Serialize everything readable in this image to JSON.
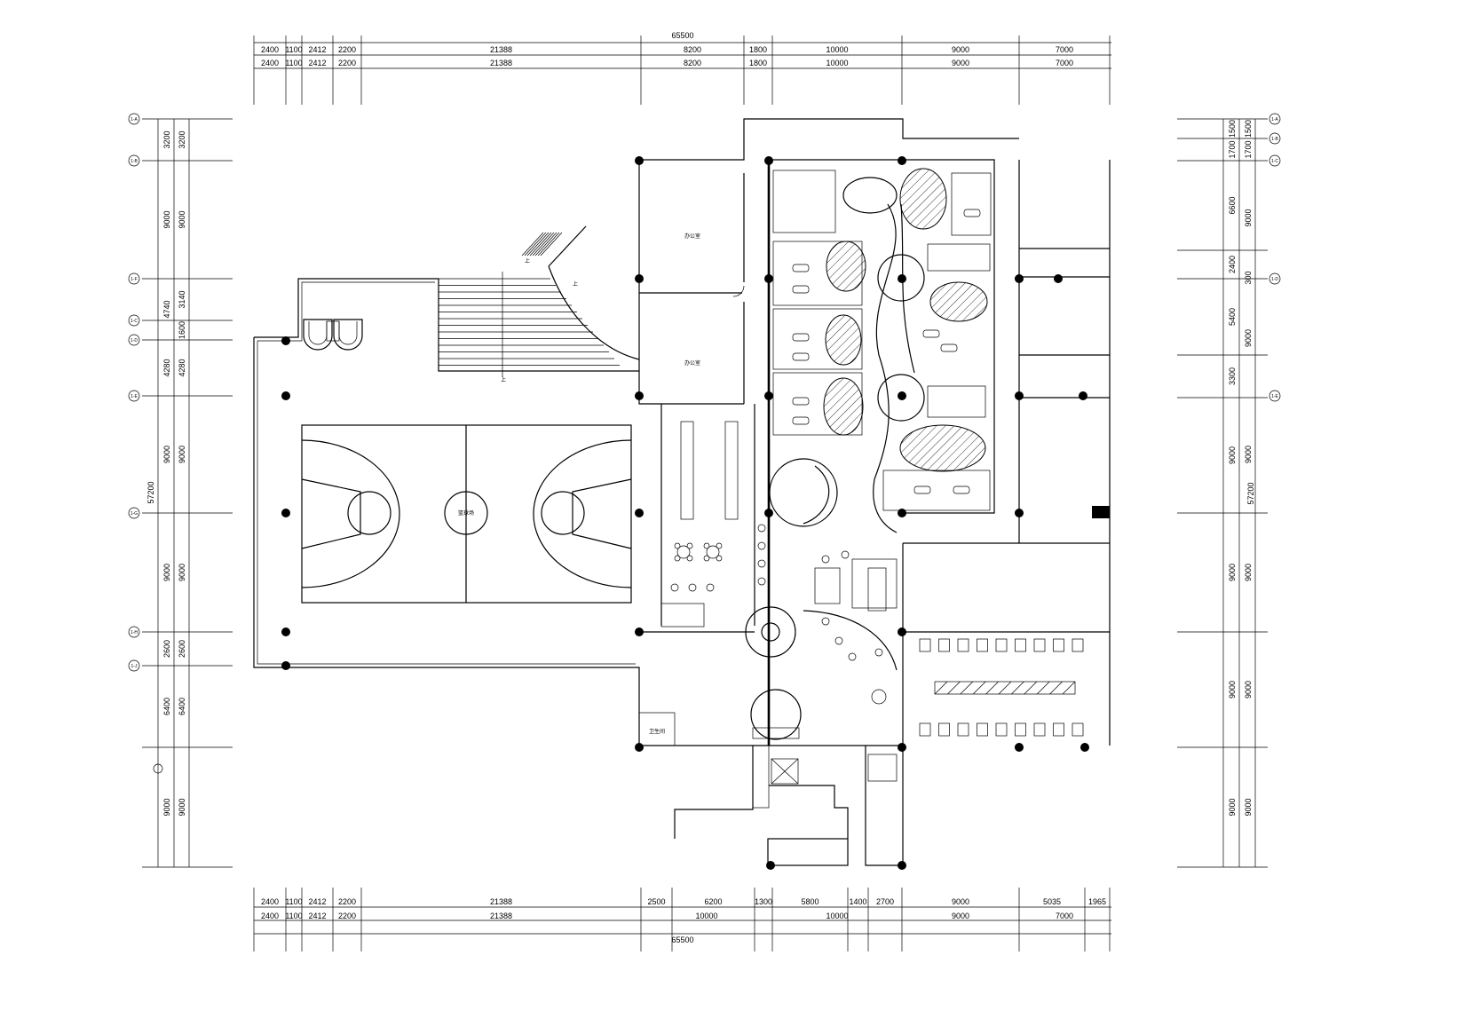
{
  "dimensions": {
    "top_total": "65500",
    "top_row1": [
      "2400",
      "1100",
      "2412",
      "2200",
      "21388",
      "8200",
      "1800",
      "10000",
      "9000",
      "7000"
    ],
    "top_row2": [
      "2400",
      "1100",
      "2412",
      "2200",
      "21388",
      "8200",
      "1800",
      "10000",
      "9000",
      "7000"
    ],
    "bottom_row1": [
      "2400",
      "1100",
      "2412",
      "2200",
      "21388",
      "2500",
      "6200",
      "1300",
      "5800",
      "1400",
      "2700",
      "9000",
      "5035",
      "1965"
    ],
    "bottom_row2": [
      "2400",
      "1100",
      "2412",
      "2200",
      "21388",
      "10000",
      "10000",
      "9000",
      "7000"
    ],
    "bottom_total": "65500",
    "left_outer": [
      "3200",
      "9000",
      "4740",
      "4280",
      "9000",
      "9000",
      "2600",
      "6400",
      "9000"
    ],
    "left_inner": [
      "3200",
      "9000",
      "3140",
      "1600",
      "4280",
      "9000",
      "9000",
      "2600",
      "6400",
      "9000"
    ],
    "left_total": "57200",
    "right_inner": [
      "1500",
      "1700",
      "6600",
      "2400",
      "5400",
      "3300",
      "9000",
      "9000",
      "9000",
      "9000"
    ],
    "right_outer": [
      "1500",
      "1700",
      "9000",
      "300",
      "9000",
      "9000",
      "9000",
      "9000",
      "9000"
    ],
    "right_total": "57200"
  },
  "axis_bubbles": {
    "left": [
      "1-A",
      "1-B",
      "1-F",
      "1-C",
      "1-D",
      "1-E",
      "1-G",
      "1-H",
      "1-J"
    ],
    "right": [
      "1-A",
      "1-B",
      "1-C",
      "1-D",
      "1-E"
    ]
  },
  "rooms": {
    "court_center": "篮球场",
    "stair_top": "上",
    "stair_bottom": "上",
    "stair_side": "上",
    "bottom_left_room": "卫生间",
    "office_a": "办公室",
    "office_b": "办公室"
  }
}
